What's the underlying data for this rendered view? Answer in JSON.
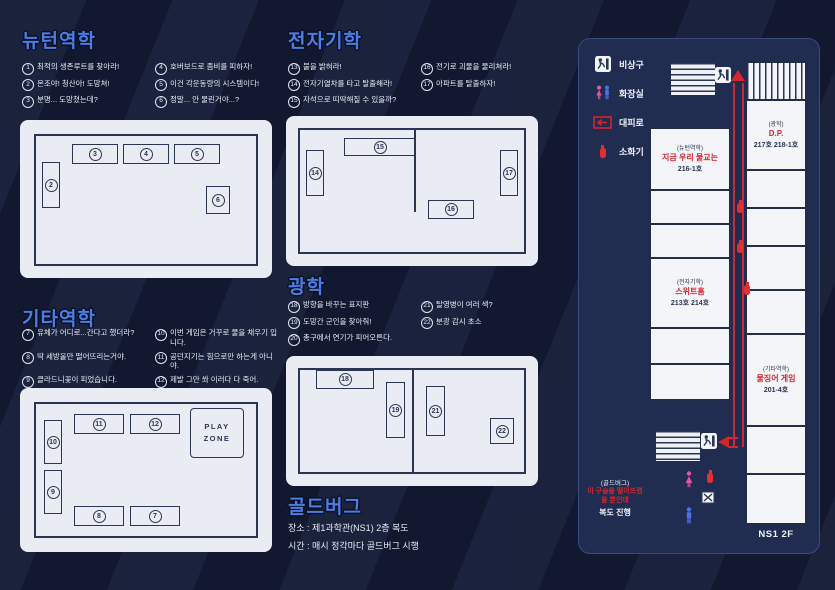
{
  "sections": {
    "newton": {
      "title": "뉴턴역학",
      "items": [
        {
          "num": "1",
          "text": "최적의 생존루트를 찾아라!"
        },
        {
          "num": "2",
          "text": "온조야! 청산아! 도망쳐!"
        },
        {
          "num": "3",
          "text": "분명... 도망쳤는데?"
        },
        {
          "num": "4",
          "text": "호버보드로 좀비를 피하자!"
        },
        {
          "num": "5",
          "text": "이건 각운동량의 시스템이다!"
        },
        {
          "num": "6",
          "text": "정말... 안 물린거야...?"
        }
      ]
    },
    "etc": {
      "title": "기타역학",
      "items": [
        {
          "num": "7",
          "text": "유체가 어디로...간다고 했더라?"
        },
        {
          "num": "8",
          "text": "딱 세방울만 떨어뜨리는거야."
        },
        {
          "num": "9",
          "text": "클라드니꽃이 피었습니다."
        },
        {
          "num": "10",
          "text": "이번 게임은 거꾸로 물을 채우기 입니다."
        },
        {
          "num": "11",
          "text": "공던지기는 힘으로만 하는게 아니야."
        },
        {
          "num": "12",
          "text": "제발 그만 쏴 이러다 다 죽어."
        }
      ]
    },
    "em": {
      "title": "전자기학",
      "items": [
        {
          "num": "13",
          "text": "불을 밝혀라!"
        },
        {
          "num": "14",
          "text": "전자기열차를 타고 탈출해라!"
        },
        {
          "num": "15",
          "text": "자석으로 띠딱해질 수 있을까?"
        },
        {
          "num": "16",
          "text": "전기로 괴물을 물리쳐라!"
        },
        {
          "num": "17",
          "text": "아파트를 탈출하자!"
        }
      ]
    },
    "optics": {
      "title": "광학",
      "items": [
        {
          "num": "18",
          "text": "방향을 바꾸는 표지판"
        },
        {
          "num": "19",
          "text": "도망간 군인을 찾아줘!"
        },
        {
          "num": "20",
          "text": "총구에서 연기가 피어오른다."
        },
        {
          "num": "21",
          "text": "탈영병이 여러 색?"
        },
        {
          "num": "22",
          "text": "분광 감시 초소"
        }
      ]
    },
    "goldberg": {
      "title": "골드버그",
      "info": [
        "장소 : 제1과학관(NS1) 2층 복도",
        "시간 : 매시 정각마다 골드버그 시행"
      ]
    }
  },
  "floorplans": {
    "newton": {
      "rooms": [
        "3",
        "4",
        "5",
        "2",
        "6"
      ]
    },
    "etc": {
      "rooms": [
        "11",
        "12",
        "10",
        "9",
        "8",
        "7"
      ],
      "playzone": "PLAY ZONE"
    },
    "em": {
      "rooms": [
        "15",
        "14",
        "17",
        "16"
      ]
    },
    "optics": {
      "rooms": [
        "18",
        "19",
        "21",
        "22"
      ]
    }
  },
  "map": {
    "legend": [
      {
        "label": "비상구"
      },
      {
        "label": "화장실"
      },
      {
        "label": "대피로"
      },
      {
        "label": "소화기"
      }
    ],
    "rooms": {
      "newton": {
        "category": "(뉴턴역학)",
        "name": "지금 우리 물교는",
        "number": "216-1호"
      },
      "optics": {
        "category": "(광학)",
        "name": "D.P.",
        "number": "217호 218-1호"
      },
      "em": {
        "category": "(전자기학)",
        "name": "스위트홈",
        "number": "213호 214호"
      },
      "etc": {
        "category": "(기타역학)",
        "name": "물징어 게임",
        "number": "201-4호"
      },
      "goldberg": {
        "category": "(골드버그)",
        "name": "이 구슬을 떨어뜨렸을 뿐인데",
        "number": "복도 진행"
      }
    },
    "floor_label": "NS1 2F",
    "colors": {
      "route_red": "#d4262c",
      "title_blue": "#4d7ce6"
    }
  }
}
